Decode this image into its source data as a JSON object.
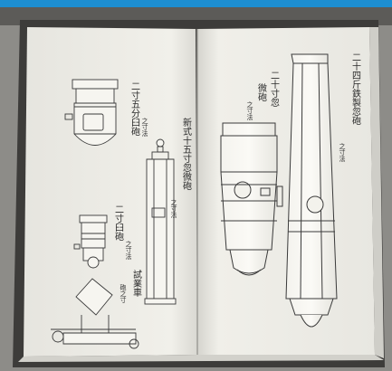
{
  "image": {
    "subject": "open antique book with cannon drawings"
  },
  "captions": {
    "left_1": "二寸五分臼砲",
    "left_1_note": "之寸法",
    "left_2": "新式十五寸忽微砲",
    "left_2_note": "之寸法",
    "left_3": "二寸臼砲",
    "left_3_note": "之寸法",
    "left_4": "試業車",
    "left_4_note": "砲之寸",
    "right_1": "二十寸忽",
    "right_1b": "微砲",
    "right_1_note": "之寸法",
    "right_2": "二十四斤鉄製忽砲",
    "right_2_note": "之寸法"
  },
  "colors": {
    "frame_blue": "#1d8ed1",
    "paper": "#efeee8",
    "ink": "#3a3a3a",
    "background": "#ffffff"
  }
}
